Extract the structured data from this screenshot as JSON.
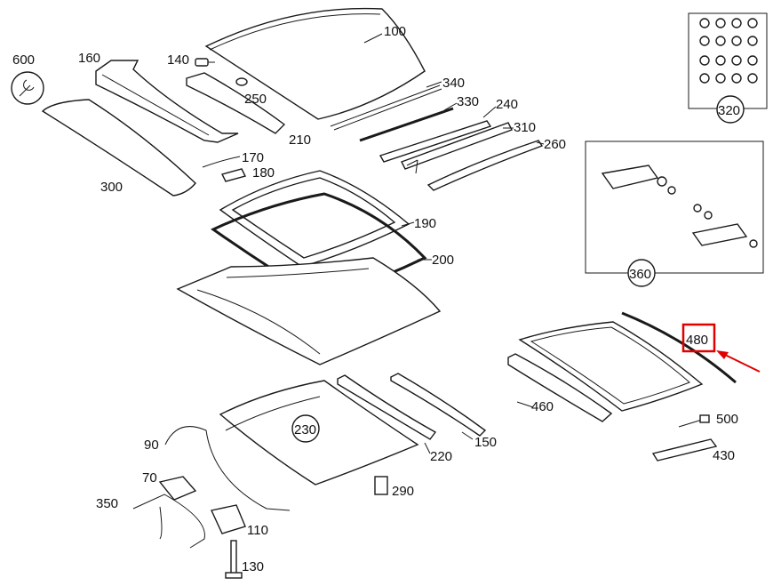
{
  "labels": {
    "p100": "100",
    "p140": "140",
    "p160": "160",
    "p600": "600",
    "p250": "250",
    "p340": "340",
    "p330": "330",
    "p240": "240",
    "p210": "210",
    "p310": "310",
    "p260": "260",
    "p170": "170",
    "p180": "180",
    "p300": "300",
    "p190": "190",
    "p200": "200",
    "p320": "320",
    "p360": "360",
    "p480": "480",
    "p460": "460",
    "p500": "500",
    "p430": "430",
    "p230": "230",
    "p150": "150",
    "p220": "220",
    "p90": "90",
    "p70": "70",
    "p290": "290",
    "p350": "350",
    "p110": "110",
    "p130": "130"
  },
  "highlight": {
    "part": "480",
    "color": "#e00000"
  }
}
